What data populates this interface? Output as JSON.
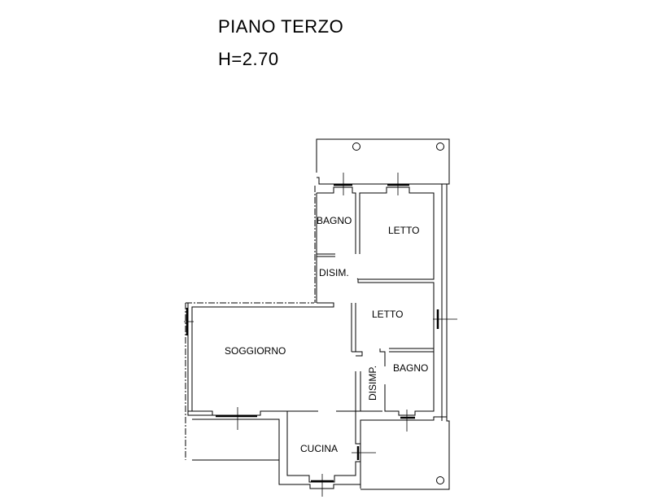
{
  "header": {
    "title": "PIANO TERZO",
    "height": "H=2.70"
  },
  "rooms": {
    "bagno_1": "BAGNO",
    "letto_1": "LETTO",
    "disim": "DISIM.",
    "letto_2": "LETTO",
    "soggiorno": "SOGGIORNO",
    "disimp": "DISIMP.",
    "bagno_2": "BAGNO",
    "cucina": "CUCINA"
  },
  "colors": {
    "line": "#000000",
    "background": "#ffffff"
  }
}
